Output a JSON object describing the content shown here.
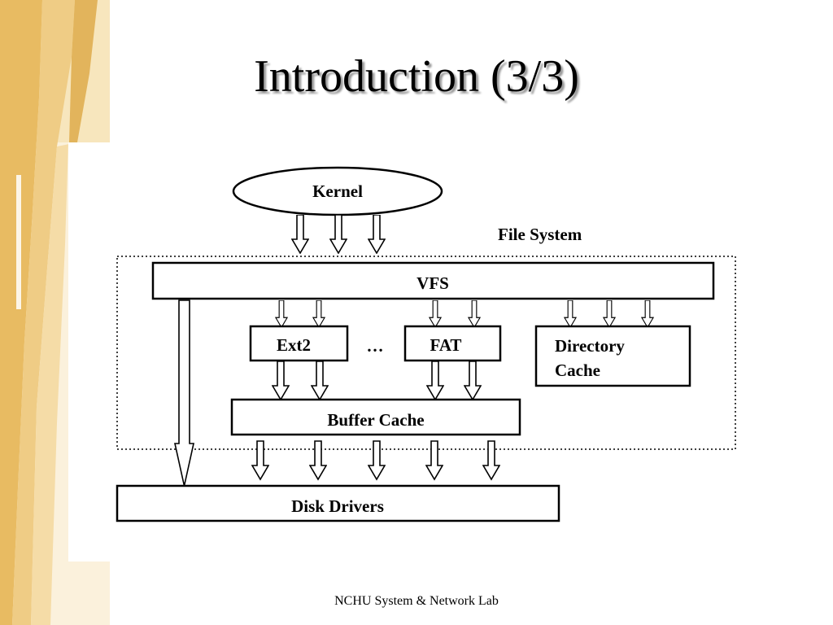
{
  "slide": {
    "title": "Introduction (3/3)",
    "footer": "NCHU System & Network Lab"
  },
  "diagram": {
    "group_label": "File System",
    "nodes": {
      "kernel": "Kernel",
      "vfs": "VFS",
      "ext2": "Ext2",
      "ellipsis": "…",
      "fat": "FAT",
      "directory_cache_line1": "Directory",
      "directory_cache_line2": "Cache",
      "buffer_cache": "Buffer Cache",
      "disk_drivers": "Disk Drivers"
    }
  },
  "colors": {
    "background": "#ffffff",
    "ink": "#000000",
    "decor_tan": "#e8c070",
    "decor_light": "#f6e2b4",
    "decor_pale": "#fbf1dc"
  },
  "icons": [
    "hollow-down-arrow"
  ]
}
